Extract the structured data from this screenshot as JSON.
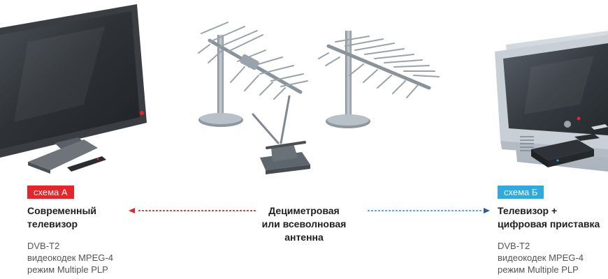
{
  "left": {
    "badge": "схема А",
    "title_line1": "Современный",
    "title_line2": "телевизор",
    "spec1": "DVB-T2",
    "spec2": "видеокодек MPEG-4",
    "spec3": "режим Multiple PLP"
  },
  "center": {
    "line1": "Дециметровая",
    "line2": "или всеволновая",
    "line3": "антенна"
  },
  "right": {
    "badge": "схема Б",
    "title_line1": "Телевизор +",
    "title_line2": "цифровая приставка",
    "spec1": "DVB-T2",
    "spec2": "видеокодек MPEG-4",
    "spec3": "режим Multiple PLP"
  },
  "colors": {
    "scheme_a": "#e5252a",
    "scheme_b": "#2fa9de",
    "arrow_left": "#e5252a",
    "arrow_right": "#2b5aa6"
  }
}
